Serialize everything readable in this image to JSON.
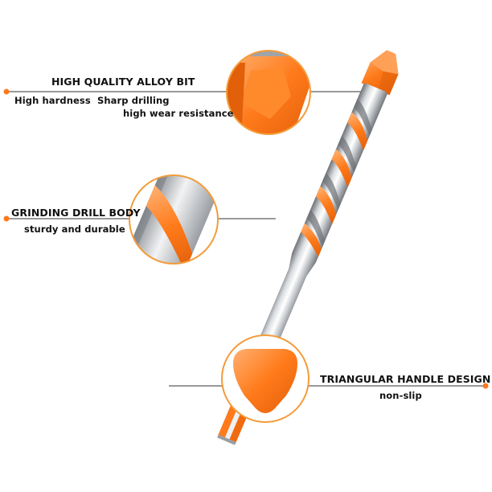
{
  "colors": {
    "accent": "#ff7a1a",
    "accent_light": "#ffa057",
    "accent_dark": "#e2600a",
    "steel": "#b8bcc0",
    "steel_dark": "#6e7277",
    "text": "#111111"
  },
  "callouts": {
    "alloy_bit": {
      "title": "HIGH QUALITY ALLOY BIT",
      "features": [
        "High hardness",
        "Sharp drilling",
        "high wear resistance"
      ]
    },
    "drill_body": {
      "title": "GRINDING DRILL BODY",
      "features": [
        "sturdy and durable"
      ]
    },
    "handle": {
      "title": "TRIANGULAR HANDLE DESIGN",
      "features": [
        "non-slip"
      ]
    }
  }
}
